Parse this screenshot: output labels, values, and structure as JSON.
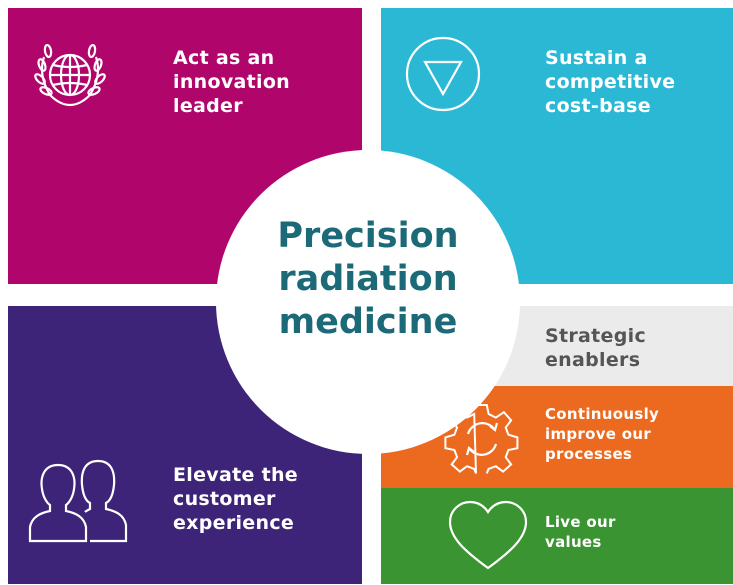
{
  "center": {
    "title": "Precision\nradiation\nmedicine"
  },
  "quadrants": {
    "innovation": {
      "label": "Act as an\ninnovation\nleader",
      "icon": "globe-laurel-icon",
      "color": "#b0066c"
    },
    "cost": {
      "label": "Sustain a\ncompetitive\ncost-base",
      "icon": "triangle-circle-icon",
      "color": "#2bb8d4"
    },
    "customer": {
      "label": "Elevate the\ncustomer\nexperience",
      "icon": "people-icon",
      "color": "#3d2478"
    }
  },
  "enablers": {
    "heading": "Strategic\nenablers",
    "items": [
      {
        "label": "Continuously\nimprove our\nprocesses",
        "icon": "gear-cycle-icon",
        "color": "#ec6a1f"
      },
      {
        "label": "Live our\nvalues",
        "icon": "heart-icon",
        "color": "#3a9432"
      }
    ]
  }
}
